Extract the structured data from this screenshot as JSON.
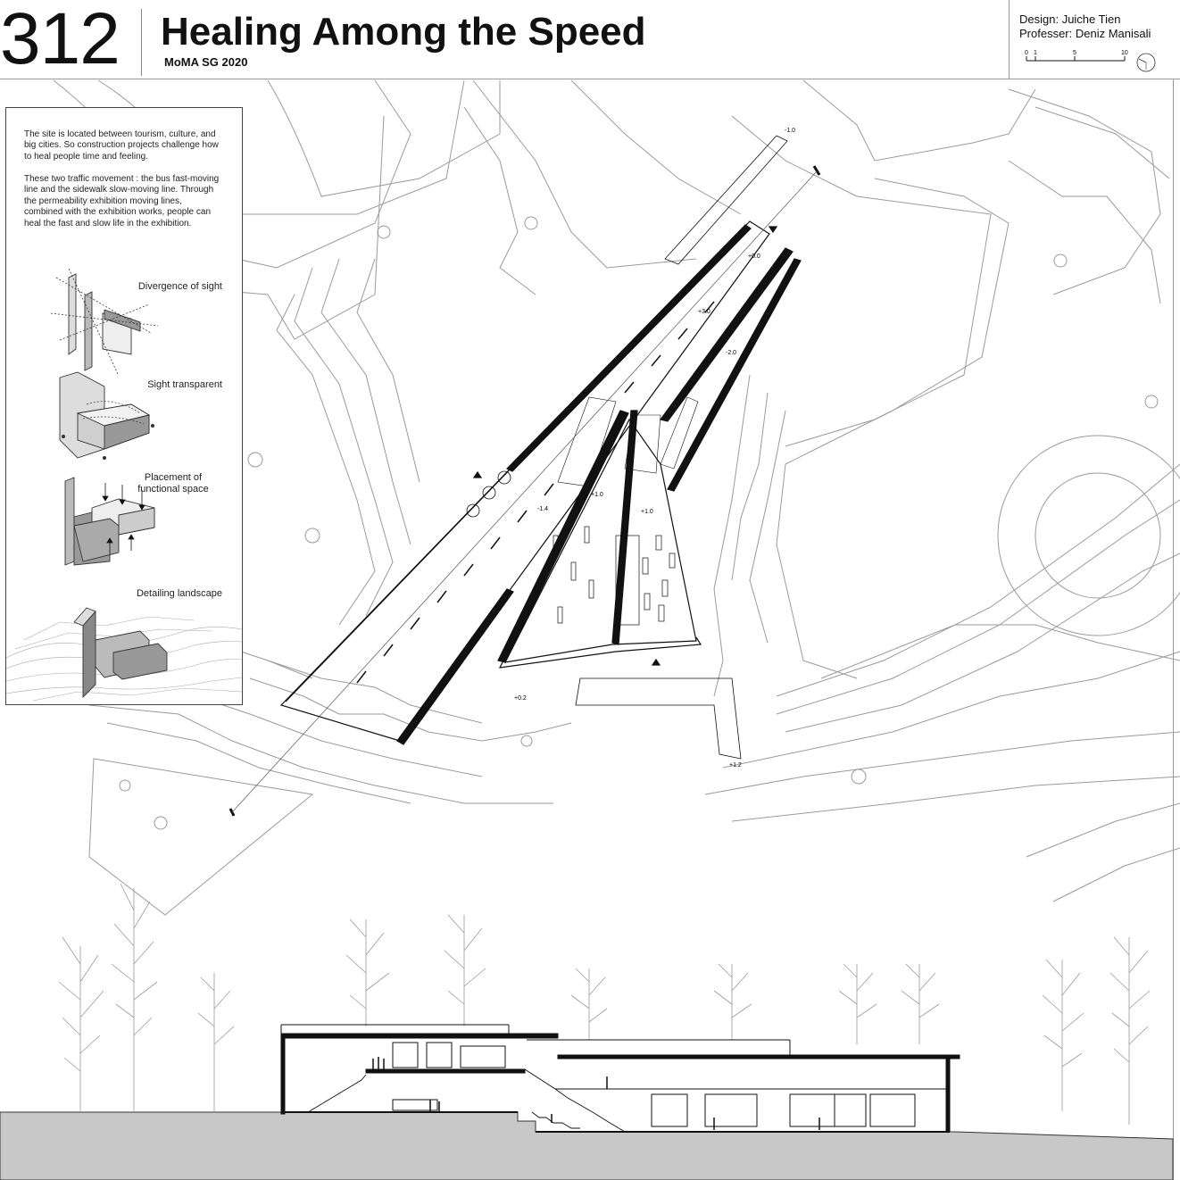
{
  "header": {
    "number": "312",
    "title": "Healing Among the Speed",
    "subtitle": "MoMA SG 2020",
    "design_credit": "Design: Juiche Tien",
    "professor_credit": "Professer: Deniz Manisali",
    "scale_labels": [
      "0",
      "1",
      "5",
      "10"
    ]
  },
  "sidebar": {
    "paragraph1": "The site is located between tourism, culture, and big cities. So construction projects challenge how to heal people time and feeling.",
    "paragraph2": "These two traffic movement : the bus fast-moving line and the sidewalk slow-moving line. Through the permeability exhibition moving lines, combined with the exhibition works, people can heal the fast and slow life in the exhibition.",
    "diagrams": [
      {
        "label": "Divergence of sight"
      },
      {
        "label": "Sight transparent"
      },
      {
        "label": "Placement of functional space"
      },
      {
        "label": "Detailing landscape"
      }
    ]
  },
  "plan": {
    "levels": [
      "-1.0",
      "+0.0",
      "+3.0",
      "-2.0",
      "+1.0",
      "-1.4",
      "+1.0",
      "+0.2",
      "+1.2"
    ]
  },
  "colors": {
    "line": "#9a9a9a",
    "ink": "#111111",
    "ground": "#c8c8c8",
    "frame": "#999999"
  }
}
